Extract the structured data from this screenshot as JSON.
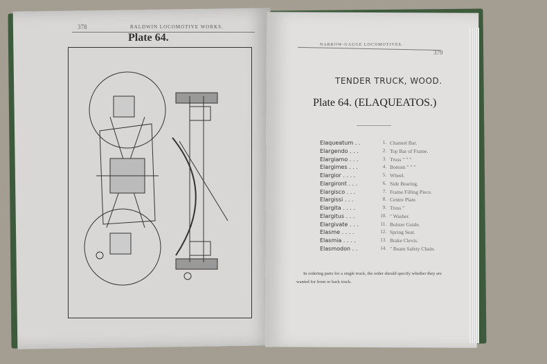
{
  "left_page": {
    "page_number": "378",
    "running_head": "BALDWIN LOCOMOTIVE WORKS.",
    "plate_title": "Plate 64."
  },
  "right_page": {
    "running_head": "NARROW-GAUGE LOCOMOTIVES.",
    "page_number": "379",
    "title": "TENDER TRUCK, WOOD.",
    "plate_heading": "Plate 64.  (ELAQUEATOS.)",
    "parts": [
      {
        "code": "Elaqueatum . .",
        "num": "1.",
        "desc": "Channel Bar."
      },
      {
        "code": "Elargendo . . .",
        "num": "2.",
        "desc": "Top    Bar of Frame."
      },
      {
        "code": "Elargiamo . . .",
        "num": "3.",
        "desc": "Truss  \"  \"  \""
      },
      {
        "code": "Elargimes . . .",
        "num": "4.",
        "desc": "Bottom \"  \"  \""
      },
      {
        "code": "Elargior . . . .",
        "num": "5.",
        "desc": "Wheel."
      },
      {
        "code": "Elargiront . . .",
        "num": "6.",
        "desc": "Side Bearing."
      },
      {
        "code": "Elargisco . . .",
        "num": "7.",
        "desc": "Frame Filling Piece."
      },
      {
        "code": "Elargissi . . .",
        "num": "8.",
        "desc": "Centre Plate."
      },
      {
        "code": "Elargita . . . .",
        "num": "9.",
        "desc": "Truss  \""
      },
      {
        "code": "Elargitus . . .",
        "num": "10.",
        "desc": "\"  Washer."
      },
      {
        "code": "Elargivate . . .",
        "num": "11.",
        "desc": "Bolster Guide."
      },
      {
        "code": "Elasme . . . .",
        "num": "12.",
        "desc": "Spring Seat."
      },
      {
        "code": "Elasmia . . . .",
        "num": "13.",
        "desc": "Brake Clevis."
      },
      {
        "code": "Elasmodon . .",
        "num": "14.",
        "desc": "\"  Beam Safety Chain."
      }
    ],
    "note": "In ordering parts for a single truck, the order should specify whether they are wanted for front or back truck."
  }
}
